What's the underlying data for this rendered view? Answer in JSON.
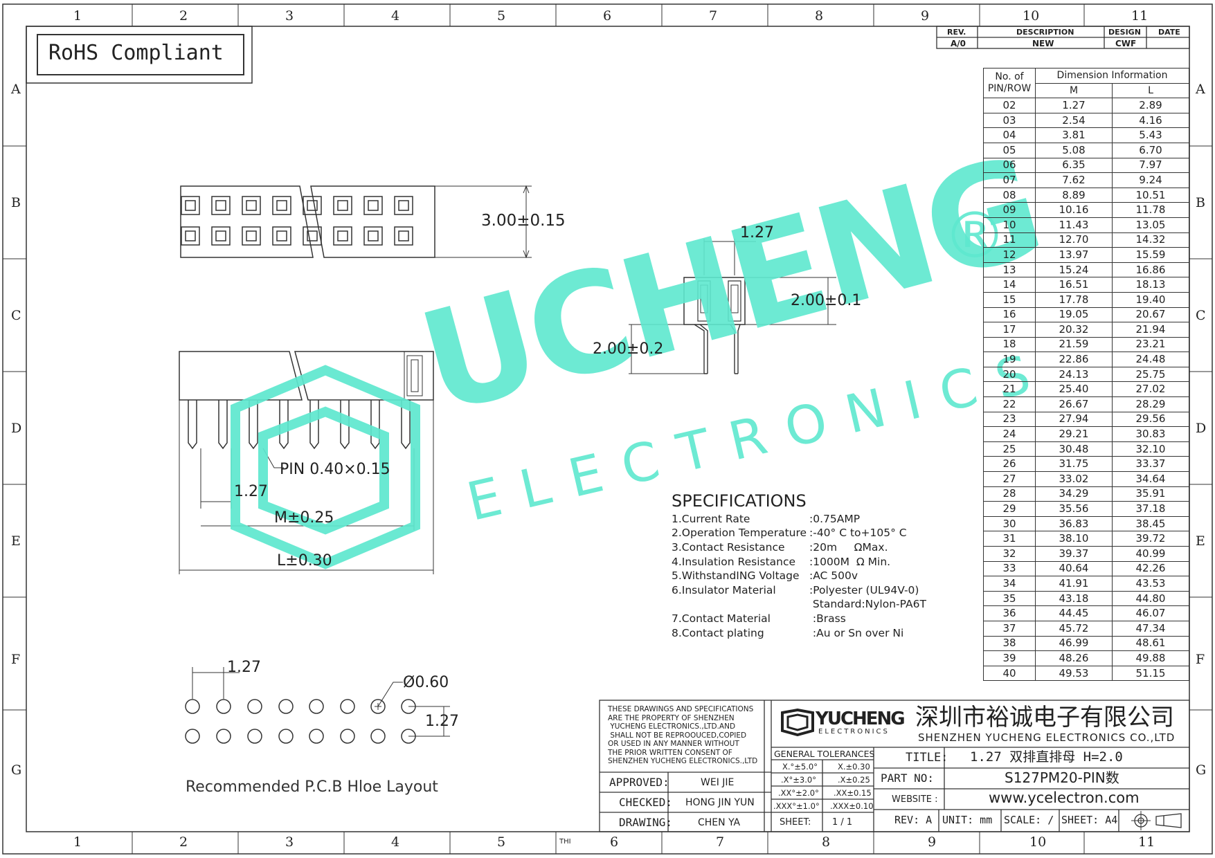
{
  "grid": {
    "columns_top": [
      "1",
      "2",
      "3",
      "4",
      "5",
      "6",
      "7",
      "8",
      "9",
      "10",
      "11"
    ],
    "columns_bottom": [
      "1",
      "2",
      "3",
      "4",
      "5",
      "6",
      "7",
      "8",
      "9",
      "10",
      "11"
    ],
    "rows": [
      "A",
      "B",
      "C",
      "D",
      "E",
      "F",
      "G"
    ]
  },
  "rohs_label": "RoHS Compliant",
  "revision_block": {
    "headers": {
      "rev": "REV.",
      "description": "DESCRIPTION",
      "design": "DESIGN",
      "date": "DATE"
    },
    "row": {
      "rev": "A/0",
      "description": "NEW",
      "design": "CWF",
      "date": ""
    }
  },
  "dimension_table": {
    "col1_header": "No. of",
    "col1_header2": "PIN/ROW",
    "group_header": "Dimension Information",
    "m_header": "M",
    "l_header": "L",
    "rows": [
      [
        "02",
        "1.27",
        "2.89"
      ],
      [
        "03",
        "2.54",
        "4.16"
      ],
      [
        "04",
        "3.81",
        "5.43"
      ],
      [
        "05",
        "5.08",
        "6.70"
      ],
      [
        "06",
        "6.35",
        "7.97"
      ],
      [
        "07",
        "7.62",
        "9.24"
      ],
      [
        "08",
        "8.89",
        "10.51"
      ],
      [
        "09",
        "10.16",
        "11.78"
      ],
      [
        "10",
        "11.43",
        "13.05"
      ],
      [
        "11",
        "12.70",
        "14.32"
      ],
      [
        "12",
        "13.97",
        "15.59"
      ],
      [
        "13",
        "15.24",
        "16.86"
      ],
      [
        "14",
        "16.51",
        "18.13"
      ],
      [
        "15",
        "17.78",
        "19.40"
      ],
      [
        "16",
        "19.05",
        "20.67"
      ],
      [
        "17",
        "20.32",
        "21.94"
      ],
      [
        "18",
        "21.59",
        "23.21"
      ],
      [
        "19",
        "22.86",
        "24.48"
      ],
      [
        "20",
        "24.13",
        "25.75"
      ],
      [
        "21",
        "25.40",
        "27.02"
      ],
      [
        "22",
        "26.67",
        "28.29"
      ],
      [
        "23",
        "27.94",
        "29.56"
      ],
      [
        "24",
        "29.21",
        "30.83"
      ],
      [
        "25",
        "30.48",
        "32.10"
      ],
      [
        "26",
        "31.75",
        "33.37"
      ],
      [
        "27",
        "33.02",
        "34.64"
      ],
      [
        "28",
        "34.29",
        "35.91"
      ],
      [
        "29",
        "35.56",
        "37.18"
      ],
      [
        "30",
        "36.83",
        "38.45"
      ],
      [
        "31",
        "38.10",
        "39.72"
      ],
      [
        "32",
        "39.37",
        "40.99"
      ],
      [
        "33",
        "40.64",
        "42.26"
      ],
      [
        "34",
        "41.91",
        "43.53"
      ],
      [
        "35",
        "43.18",
        "44.80"
      ],
      [
        "36",
        "44.45",
        "46.07"
      ],
      [
        "37",
        "45.72",
        "47.34"
      ],
      [
        "38",
        "46.99",
        "48.61"
      ],
      [
        "39",
        "48.26",
        "49.88"
      ],
      [
        "40",
        "49.53",
        "51.15"
      ]
    ]
  },
  "dims": {
    "top_height": "3.00±0.15",
    "side_pitch": "1.27",
    "side_height": "2.00±0.1",
    "side_pin": "2.00±0.2",
    "pin_size": "PIN  0.40×0.15",
    "front_pitch": "1.27",
    "m_dim": "M±0.25",
    "l_dim": "L±0.30",
    "pcb_pitch_x": "1.27",
    "pcb_hole": "Ø0.60",
    "pcb_pitch_y": "1.27",
    "pcb_caption": "Recommended P.C.B Hloe Layout"
  },
  "specifications": {
    "title": "SPECIFICATIONS",
    "items": [
      {
        "label": "1.Current Rate",
        "value": ":0.75AMP"
      },
      {
        "label": "2.Operation Temperature",
        "value": ":-40° C to+105° C"
      },
      {
        "label": "3.Contact Resistance",
        "value": ":20m     ΩMax."
      },
      {
        "label": "4.Insulation Resistance",
        "value": ":1000M  Ω Min."
      },
      {
        "label": "5.WithstandING Voltage",
        "value": ":AC 500v"
      },
      {
        "label": "6.Insulator Material",
        "value": ":Polyester (UL94V-0)"
      },
      {
        "label": "",
        "value": " Standard:Nylon-PA6T"
      },
      {
        "label": "7.Contact Material",
        "value": " :Brass"
      },
      {
        "label": "8.Contact plating",
        "value": " :Au or Sn over Ni"
      }
    ]
  },
  "watermark": {
    "big": "UCHENG",
    "small": "ELECTRONICS",
    "reg": "®"
  },
  "title_block": {
    "notice": [
      "THESE DRAWINGS AND SPECIFICATIONS",
      "ARE THE PROPERTY OF SHENZHEN",
      " YUCHENG ELECTRONICS.,LTD.AND",
      " SHALL NOT BE REPROOUCED,COPIED",
      "OR USED IN ANY MANNER WITHOUT",
      "THE PRIOR WRITTEN CONSENT OF",
      "SHENZHEN YUCHENG ELECTRONICS.,LTD"
    ],
    "logo_text": "YUCHENG",
    "logo_sub": "ELECTRONICS",
    "company_cn": "深圳市裕诚电子有限公司",
    "company_en": "SHENZHEN YUCHENG ELECTRONICS CO.,LTD",
    "tolerances_title": "GENERAL TOLERANCES",
    "tolerances": [
      [
        "X.°±5.0°",
        "X.±0.30"
      ],
      [
        ".X°±3.0°",
        ".X±0.25"
      ],
      [
        ".XX°±2.0°",
        ".XX±0.15"
      ],
      [
        ".XXX°±1.0°",
        ".XXX±0.10"
      ]
    ],
    "sheet_label": "SHEET:",
    "sheet_value": "1 / 1",
    "approved_label": "APPROVED:",
    "approved_value": "WEI JIE",
    "checked_label": "CHECKED:",
    "checked_value": "HONG JIN YUN",
    "drawing_label": "DRAWING:",
    "drawing_value": "CHEN YA",
    "title_label": "TITLE:",
    "title_value": "1.27  双排直排母 H=2.0",
    "partno_label": "PART NO:",
    "partno_value": "S127PM20-PIN数",
    "website_label": "WEBSITE :",
    "website_value": "www.ycelectron.com",
    "rev_label": "REV: A",
    "unit_label": "UNIT: mm",
    "scale_label": "SCALE: /",
    "sheet_size": "SHEET: A4",
    "thi_label": "THI"
  }
}
